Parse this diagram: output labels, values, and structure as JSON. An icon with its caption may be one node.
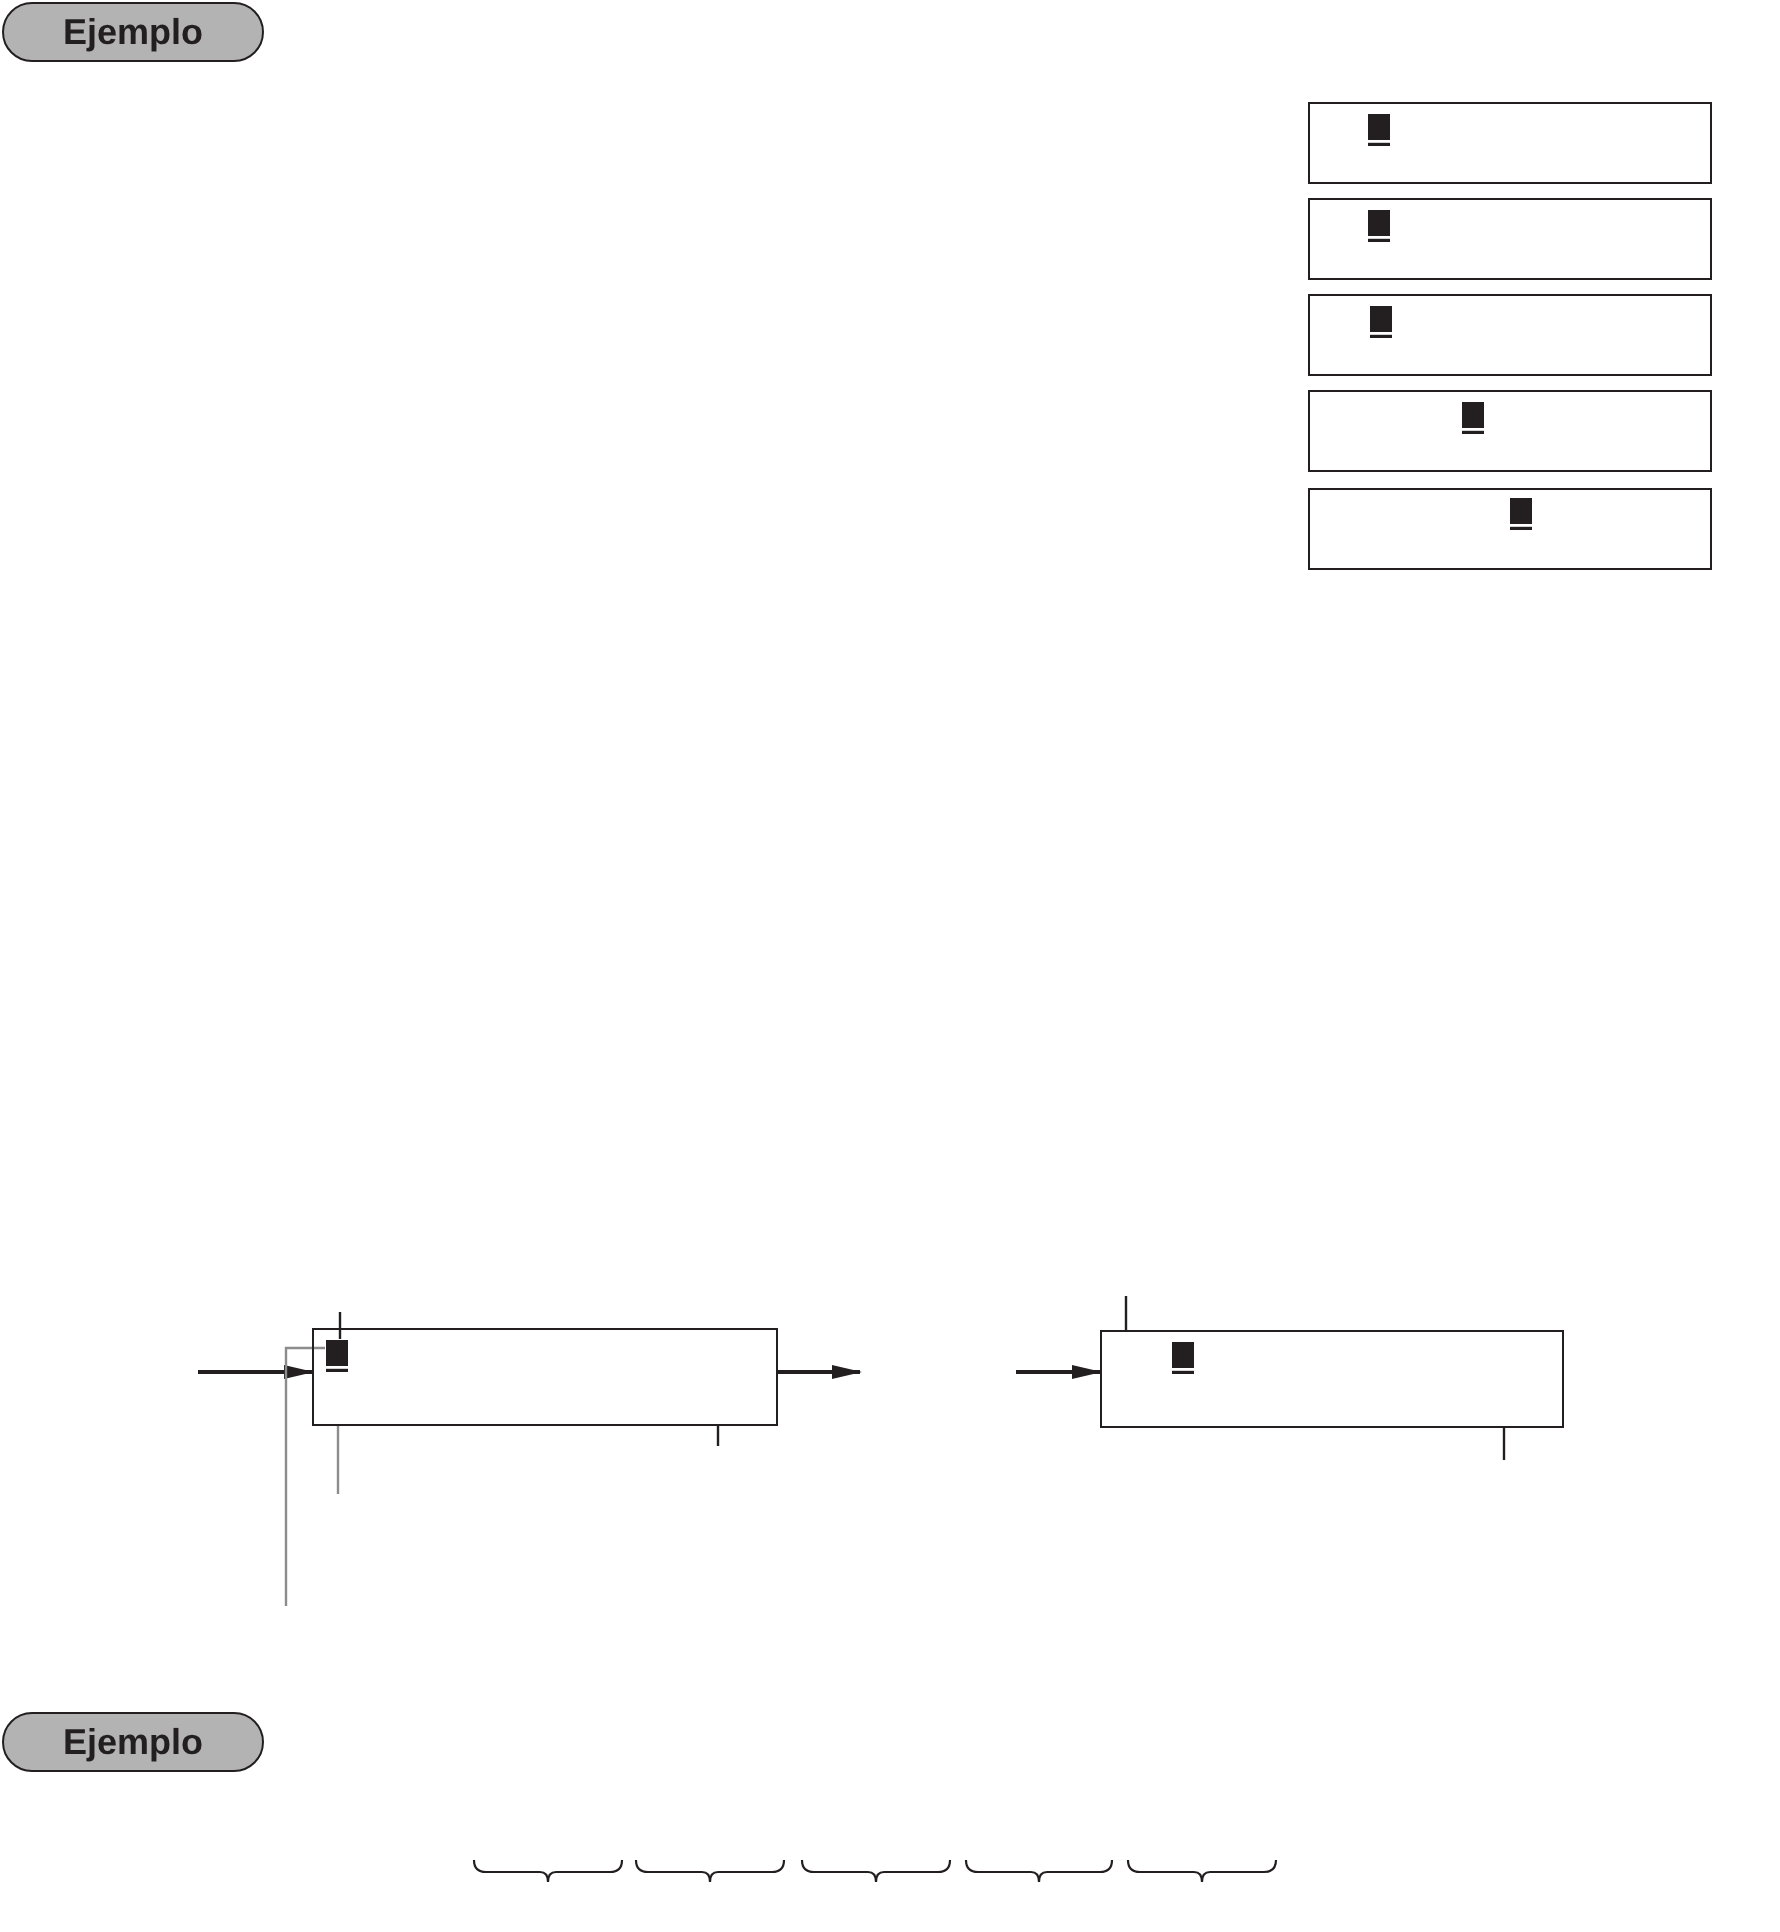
{
  "diagram": {
    "nodes": [
      {
        "text": [
          "Ejemplo"
        ]
      },
      {
        "text": [],
        "shape": "box"
      },
      {
        "text": [],
        "shape": "box"
      },
      {
        "text": [],
        "shape": "box"
      },
      {
        "text": [],
        "shape": "box"
      },
      {
        "text": [],
        "shape": "box"
      },
      {
        "text": [],
        "shape": "box"
      },
      {
        "text": [],
        "shape": "box",
        "in": 6
      },
      {
        "text": [],
        "shape": "box"
      },
      {
        "text": [
          "Ejemplo"
        ]
      }
    ],
    "edges": [
      {
        "from": null,
        "to": 6,
        "arrow": "to"
      },
      {
        "from": 6,
        "to": null,
        "arrow": "to"
      },
      {
        "from": null,
        "to": 8,
        "arrow": "to"
      },
      {
        "from": null,
        "to": 7,
        "arrow": "none"
      },
      {
        "from": null,
        "to": 7,
        "arrow": "none",
        "color": "#8c8c8c"
      },
      {
        "from": null,
        "to": 6,
        "arrow": "none",
        "color": "#8c8c8c"
      },
      {
        "from": null,
        "to": 6,
        "arrow": "none"
      },
      {
        "from": null,
        "to": 8,
        "arrow": "none"
      },
      {
        "from": null,
        "to": 8,
        "arrow": "none"
      }
    ]
  }
}
